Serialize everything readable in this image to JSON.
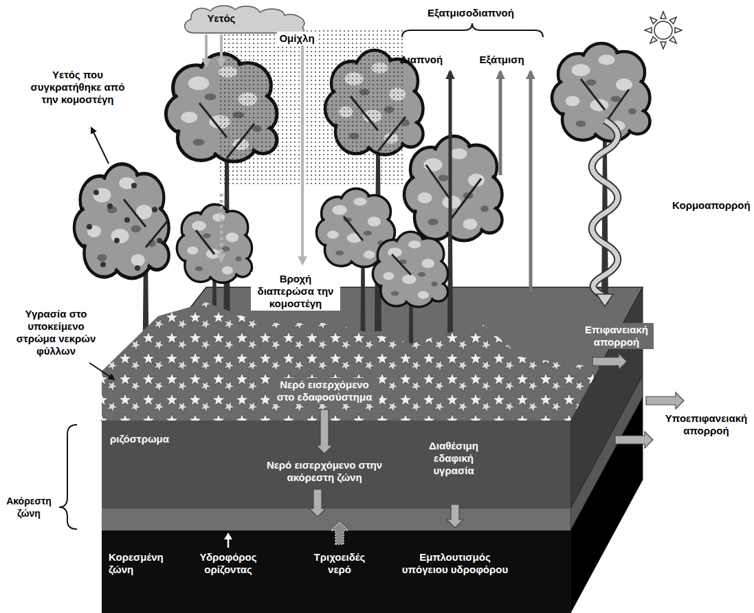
{
  "diagram": {
    "nodes": [
      {
        "text": [
          "Υετός"
        ]
      },
      {
        "text": [
          "ριζόστρωμα",
          "Νερό εισερχόμενο στην ακόρεστη ζώνη",
          "Διαθέσιμη εδαφική υγρασία"
        ]
      },
      {
        "text": [
          "Κορεσμένη ζώνη",
          "Υδροφόρος ορίζοντας",
          "Τριχοειδές νερό",
          "Εμπλουτισμός υπόγειου υδροφόρου"
        ]
      }
    ],
    "labels": [
      "Εξατμισοδιαπνοή",
      "Διαπνοή",
      "Εξάτμιση",
      "Ομίχλη",
      "Υετός που συγκρατήθηκε από την κομοστέγη",
      "Κορμοαπορροή",
      "Βροχή διαπερώσα την κομοστέγη",
      "Υγρασία στο υποκείμενο στρώμα νεκρών φύλλων",
      "Επιφανειακή απορροή",
      "Νερό εισερχόμενο στο εδαφοσύστημα",
      "Υποεπιφανειακή απορροή",
      "Ακόρεστη ζώνη"
    ]
  }
}
